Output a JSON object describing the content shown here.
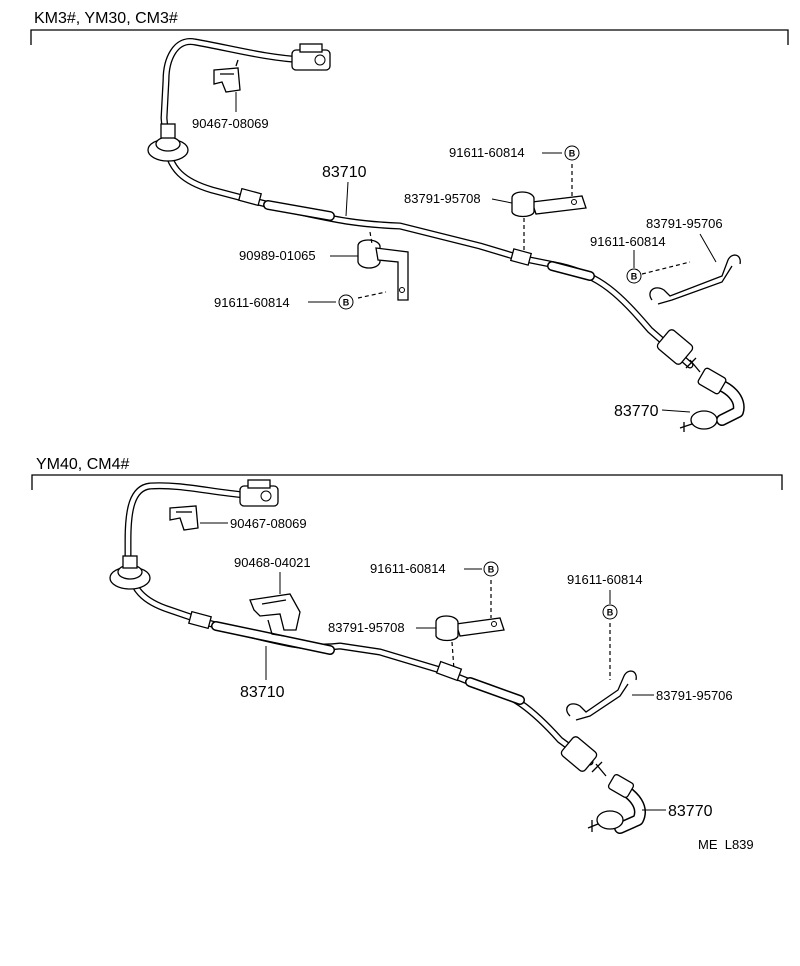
{
  "sections": [
    {
      "header": "KM3#, YM30, CM3#",
      "labels": {
        "clip_top": "90467-08069",
        "cable": "83710",
        "bolt_mid": "91611-60814",
        "bracket_mid": "83791-95708",
        "clamp_left": "90989-01065",
        "bolt_left": "91611-60814",
        "bracket_right": "83791-95706",
        "bolt_right": "91611-60814",
        "end_fitting": "83770"
      },
      "bolt_symbol": "B"
    },
    {
      "header": "YM40, CM4#",
      "labels": {
        "clip_top": "90467-08069",
        "clamp": "90468-04021",
        "bolt_mid": "91611-60814",
        "bracket_mid": "83791-95708",
        "cable": "83710",
        "bolt_right": "91611-60814",
        "bracket_right": "83791-95706",
        "end_fitting": "83770"
      },
      "bolt_symbol": "B"
    }
  ],
  "footer": {
    "code": "ME  L839"
  }
}
